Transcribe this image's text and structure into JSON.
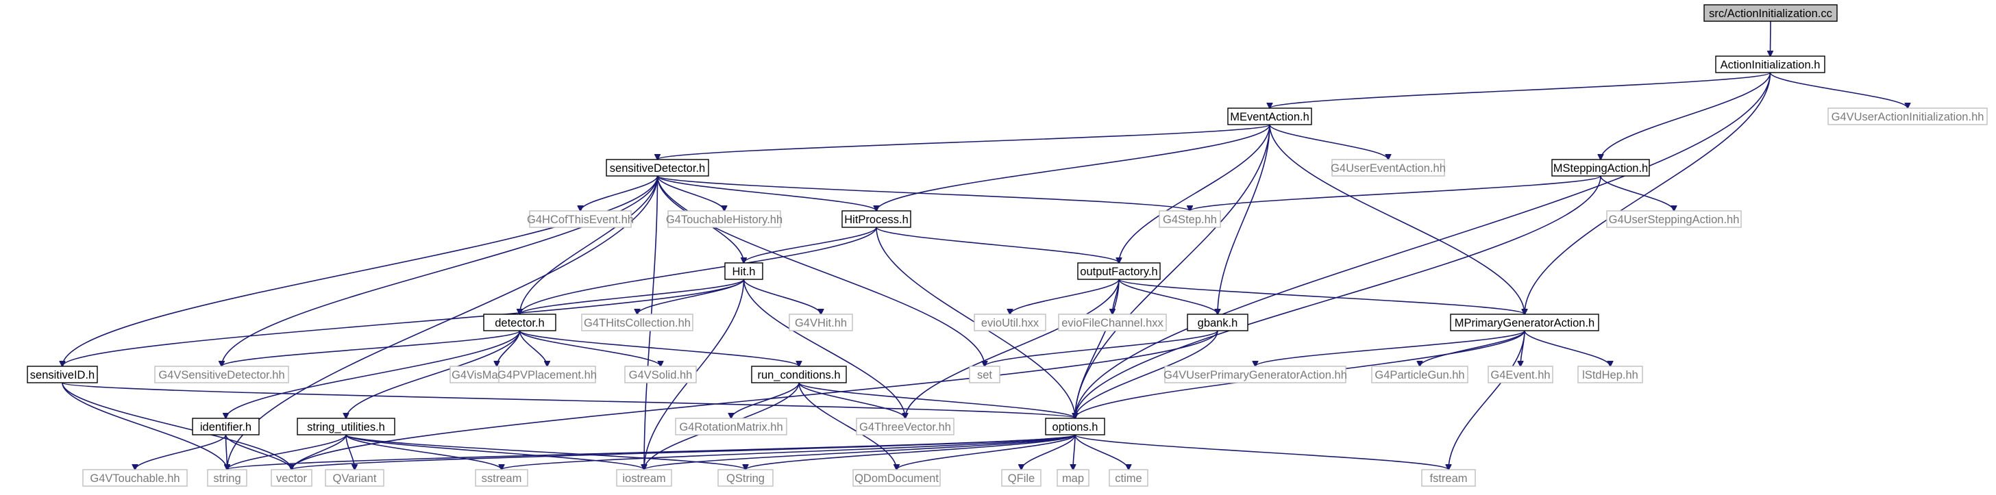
{
  "diagram": {
    "title": "",
    "colors": {
      "edge": "#191970",
      "node_border": "#000000",
      "external_border": "#bfbfbf",
      "root_fill": "#bfbfbf",
      "node_fill": "#ffffff",
      "external_text": "#7a7a7a"
    },
    "nodes": [
      {
        "id": "root",
        "label": "src/ActionInitialization.cc",
        "kind": "root"
      },
      {
        "id": "actioninit",
        "label": "ActionInitialization.h",
        "kind": "header"
      },
      {
        "id": "g4vuseractioninit",
        "label": "G4VUserActionInitialization.hh",
        "kind": "external"
      },
      {
        "id": "meventaction",
        "label": "MEventAction.h",
        "kind": "header"
      },
      {
        "id": "g4usereventaction",
        "label": "G4UserEventAction.hh",
        "kind": "external"
      },
      {
        "id": "msteppingaction",
        "label": "MSteppingAction.h",
        "kind": "header"
      },
      {
        "id": "sensitivedetector",
        "label": "sensitiveDetector.h",
        "kind": "header"
      },
      {
        "id": "g4hcofthisevent",
        "label": "G4HCofThisEvent.hh",
        "kind": "external"
      },
      {
        "id": "g4touchablehistory",
        "label": "G4TouchableHistory.hh",
        "kind": "external"
      },
      {
        "id": "hitprocess",
        "label": "HitProcess.h",
        "kind": "header"
      },
      {
        "id": "g4step",
        "label": "G4Step.hh",
        "kind": "external"
      },
      {
        "id": "g4usersteppingaction",
        "label": "G4UserSteppingAction.hh",
        "kind": "external"
      },
      {
        "id": "hit",
        "label": "Hit.h",
        "kind": "header"
      },
      {
        "id": "outputfactory",
        "label": "outputFactory.h",
        "kind": "header"
      },
      {
        "id": "g4thitscollection",
        "label": "G4THitsCollection.hh",
        "kind": "external"
      },
      {
        "id": "g4vhit",
        "label": "G4VHit.hh",
        "kind": "external"
      },
      {
        "id": "detector",
        "label": "detector.h",
        "kind": "header"
      },
      {
        "id": "evioutil",
        "label": "evioUtil.hxx",
        "kind": "external"
      },
      {
        "id": "eviofilechannel",
        "label": "evioFileChannel.hxx",
        "kind": "external"
      },
      {
        "id": "gbank",
        "label": "gbank.h",
        "kind": "header"
      },
      {
        "id": "mprimarygen",
        "label": "MPrimaryGeneratorAction.h",
        "kind": "header"
      },
      {
        "id": "sensitiveid",
        "label": "sensitiveID.h",
        "kind": "header"
      },
      {
        "id": "g4vsensitivedetector",
        "label": "G4VSensitiveDetector.hh",
        "kind": "external"
      },
      {
        "id": "g4vismanager",
        "label": "G4VisManager.hh",
        "kind": "external"
      },
      {
        "id": "g4pvplacement",
        "label": "G4PVPlacement.hh",
        "kind": "external"
      },
      {
        "id": "g4vsolid",
        "label": "G4VSolid.hh",
        "kind": "external"
      },
      {
        "id": "runconditions",
        "label": "run_conditions.h",
        "kind": "header"
      },
      {
        "id": "set",
        "label": "set",
        "kind": "external"
      },
      {
        "id": "g4vuserprimarygen",
        "label": "G4VUserPrimaryGeneratorAction.hh",
        "kind": "external"
      },
      {
        "id": "g4particlegun",
        "label": "G4ParticleGun.hh",
        "kind": "external"
      },
      {
        "id": "g4event",
        "label": "G4Event.hh",
        "kind": "external"
      },
      {
        "id": "lstdhep",
        "label": "lStdHep.hh",
        "kind": "external"
      },
      {
        "id": "identifier",
        "label": "identifier.h",
        "kind": "header"
      },
      {
        "id": "g4rotationmatrix",
        "label": "G4RotationMatrix.hh",
        "kind": "external"
      },
      {
        "id": "g4threevector",
        "label": "G4ThreeVector.hh",
        "kind": "external"
      },
      {
        "id": "options",
        "label": "options.h",
        "kind": "header"
      },
      {
        "id": "stringutilities",
        "label": "string_utilities.h",
        "kind": "header"
      },
      {
        "id": "g4vtouchable",
        "label": "G4VTouchable.hh",
        "kind": "external"
      },
      {
        "id": "string",
        "label": "string",
        "kind": "external"
      },
      {
        "id": "vector",
        "label": "vector",
        "kind": "external"
      },
      {
        "id": "qvariant",
        "label": "QVariant",
        "kind": "external"
      },
      {
        "id": "sstream",
        "label": "sstream",
        "kind": "external"
      },
      {
        "id": "iostream",
        "label": "iostream",
        "kind": "external"
      },
      {
        "id": "qstring",
        "label": "QString",
        "kind": "external"
      },
      {
        "id": "qdomdocument",
        "label": "QDomDocument",
        "kind": "external"
      },
      {
        "id": "qfile",
        "label": "QFile",
        "kind": "external"
      },
      {
        "id": "map",
        "label": "map",
        "kind": "external"
      },
      {
        "id": "ctime",
        "label": "ctime",
        "kind": "external"
      },
      {
        "id": "fstream",
        "label": "fstream",
        "kind": "external"
      }
    ],
    "edges": [
      [
        "root",
        "actioninit"
      ],
      [
        "actioninit",
        "meventaction"
      ],
      [
        "actioninit",
        "g4vuseractioninit"
      ],
      [
        "actioninit",
        "msteppingaction"
      ],
      [
        "actioninit",
        "mprimarygen"
      ],
      [
        "actioninit",
        "options"
      ],
      [
        "meventaction",
        "sensitivedetector"
      ],
      [
        "meventaction",
        "g4usereventaction"
      ],
      [
        "meventaction",
        "hitprocess"
      ],
      [
        "meventaction",
        "outputfactory"
      ],
      [
        "meventaction",
        "gbank"
      ],
      [
        "meventaction",
        "mprimarygen"
      ],
      [
        "meventaction",
        "options"
      ],
      [
        "msteppingaction",
        "g4step"
      ],
      [
        "msteppingaction",
        "g4usersteppingaction"
      ],
      [
        "msteppingaction",
        "options"
      ],
      [
        "sensitivedetector",
        "g4hcofthisevent"
      ],
      [
        "sensitivedetector",
        "g4touchablehistory"
      ],
      [
        "sensitivedetector",
        "hitprocess"
      ],
      [
        "sensitivedetector",
        "g4step"
      ],
      [
        "sensitivedetector",
        "hit"
      ],
      [
        "sensitivedetector",
        "detector"
      ],
      [
        "sensitivedetector",
        "sensitiveid"
      ],
      [
        "sensitivedetector",
        "g4vsensitivedetector"
      ],
      [
        "sensitivedetector",
        "set"
      ],
      [
        "sensitivedetector",
        "string"
      ],
      [
        "sensitivedetector",
        "iostream"
      ],
      [
        "hitprocess",
        "hit"
      ],
      [
        "hitprocess",
        "outputfactory"
      ],
      [
        "hitprocess",
        "detector"
      ],
      [
        "hitprocess",
        "options"
      ],
      [
        "hit",
        "g4thitscollection"
      ],
      [
        "hit",
        "g4vhit"
      ],
      [
        "hit",
        "detector"
      ],
      [
        "hit",
        "sensitiveid"
      ],
      [
        "hit",
        "iostream"
      ],
      [
        "hit",
        "g4threevector"
      ],
      [
        "outputfactory",
        "evioutil"
      ],
      [
        "outputfactory",
        "eviofilechannel"
      ],
      [
        "outputfactory",
        "gbank"
      ],
      [
        "outputfactory",
        "mprimarygen"
      ],
      [
        "outputfactory",
        "options"
      ],
      [
        "outputfactory",
        "g4threevector"
      ],
      [
        "gbank",
        "set"
      ],
      [
        "gbank",
        "options"
      ],
      [
        "gbank",
        "vector"
      ],
      [
        "detector",
        "g4vsensitivedetector"
      ],
      [
        "detector",
        "g4vismanager"
      ],
      [
        "detector",
        "g4pvplacement"
      ],
      [
        "detector",
        "g4vsolid"
      ],
      [
        "detector",
        "runconditions"
      ],
      [
        "detector",
        "identifier"
      ],
      [
        "detector",
        "stringutilities"
      ],
      [
        "sensitiveid",
        "options"
      ],
      [
        "sensitiveid",
        "string"
      ],
      [
        "sensitiveid",
        "vector"
      ],
      [
        "runconditions",
        "g4rotationmatrix"
      ],
      [
        "runconditions",
        "g4threevector"
      ],
      [
        "runconditions",
        "options"
      ],
      [
        "runconditions",
        "qdomdocument"
      ],
      [
        "runconditions",
        "iostream"
      ],
      [
        "mprimarygen",
        "g4vuserprimarygen"
      ],
      [
        "mprimarygen",
        "g4particlegun"
      ],
      [
        "mprimarygen",
        "g4event"
      ],
      [
        "mprimarygen",
        "lstdhep"
      ],
      [
        "mprimarygen",
        "options"
      ],
      [
        "mprimarygen",
        "fstream"
      ],
      [
        "identifier",
        "g4vtouchable"
      ],
      [
        "identifier",
        "string"
      ],
      [
        "identifier",
        "vector"
      ],
      [
        "stringutilities",
        "string"
      ],
      [
        "stringutilities",
        "vector"
      ],
      [
        "stringutilities",
        "qvariant"
      ],
      [
        "stringutilities",
        "sstream"
      ],
      [
        "stringutilities",
        "iostream"
      ],
      [
        "stringutilities",
        "qstring"
      ],
      [
        "options",
        "string"
      ],
      [
        "options",
        "vector"
      ],
      [
        "options",
        "sstream"
      ],
      [
        "options",
        "iostream"
      ],
      [
        "options",
        "qstring"
      ],
      [
        "options",
        "qdomdocument"
      ],
      [
        "options",
        "qfile"
      ],
      [
        "options",
        "map"
      ],
      [
        "options",
        "ctime"
      ],
      [
        "options",
        "fstream"
      ]
    ]
  }
}
